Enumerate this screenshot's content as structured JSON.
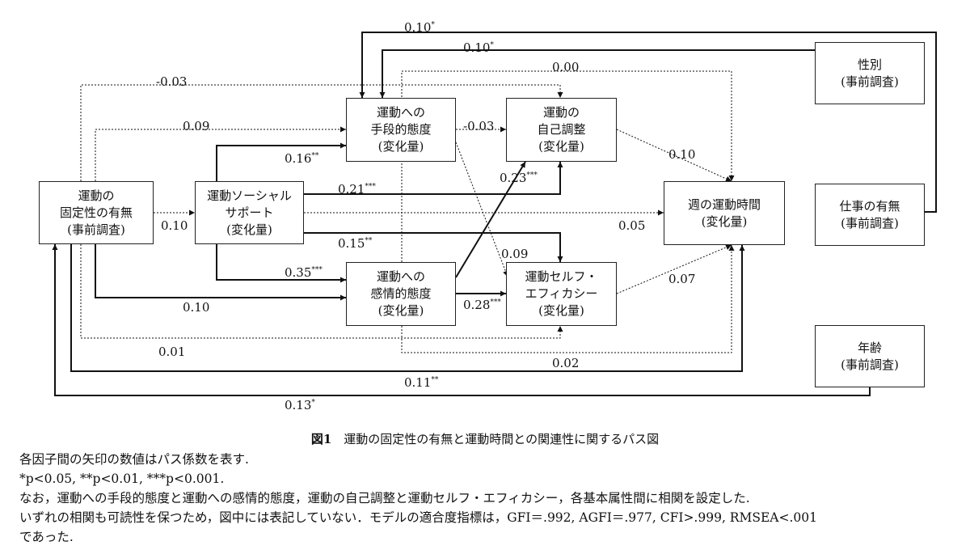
{
  "nodes": {
    "koteisei": [
      "運動の",
      "固定性の有無",
      "(事前調査)"
    ],
    "social": [
      "運動ソーシャル",
      "サポート",
      "(変化量)"
    ],
    "shudan": [
      "運動への",
      "手段的態度",
      "(変化量)"
    ],
    "kanjo": [
      "運動への",
      "感情的態度",
      "(変化量)"
    ],
    "jiko": [
      "運動の",
      "自己調整",
      "(変化量)"
    ],
    "selfefficacy": [
      "運動セルフ・",
      "エフィカシー",
      "(変化量)"
    ],
    "undojikan": [
      "週の運動時間",
      "(変化量)"
    ],
    "seibetsu": [
      "性別",
      "(事前調査)"
    ],
    "shigoto": [
      "仕事の有無",
      "(事前調査)"
    ],
    "nenrei": [
      "年齢",
      "(事前調査)"
    ]
  },
  "edges": [
    {
      "id": "e1",
      "value": "0.10",
      "sig": "*"
    },
    {
      "id": "e2",
      "value": "0.10",
      "sig": "*"
    },
    {
      "id": "e3",
      "value": "0.00",
      "sig": ""
    },
    {
      "id": "e4",
      "value": "-0.03",
      "sig": ""
    },
    {
      "id": "e5",
      "value": "0.09",
      "sig": ""
    },
    {
      "id": "e6",
      "value": "-0.03",
      "sig": ""
    },
    {
      "id": "e7",
      "value": "0.16",
      "sig": "**"
    },
    {
      "id": "e8",
      "value": "0.10",
      "sig": ""
    },
    {
      "id": "e9",
      "value": "0.23",
      "sig": "***"
    },
    {
      "id": "e10",
      "value": "0.21",
      "sig": "***"
    },
    {
      "id": "e11",
      "value": "0.10",
      "sig": ""
    },
    {
      "id": "e12",
      "value": "0.05",
      "sig": ""
    },
    {
      "id": "e13",
      "value": "0.15",
      "sig": "**"
    },
    {
      "id": "e14",
      "value": "0.09",
      "sig": ""
    },
    {
      "id": "e15",
      "value": "0.35",
      "sig": "***"
    },
    {
      "id": "e16",
      "value": "0.07",
      "sig": ""
    },
    {
      "id": "e17",
      "value": "0.10",
      "sig": ""
    },
    {
      "id": "e18",
      "value": "0.28",
      "sig": "***"
    },
    {
      "id": "e19",
      "value": "0.01",
      "sig": ""
    },
    {
      "id": "e20",
      "value": "0.02",
      "sig": ""
    },
    {
      "id": "e21",
      "value": "0.11",
      "sig": "**"
    },
    {
      "id": "e22",
      "value": "0.13",
      "sig": "*"
    }
  ],
  "caption": {
    "label": "図1",
    "text": "運動の固定性の有無と運動時間との関連性に関するパス図"
  },
  "notes": [
    "各因子間の矢印の数値はパス係数を表す.",
    "*p<0.05, **p<0.01, ***p<0.001.",
    "なお，運動への手段的態度と運動への感情的態度，運動の自己調整と運動セルフ・エフィカシー，各基本属性間に相関を設定した.",
    "いずれの相関も可読性を保つため，図中には表記していない．モデルの適合度指標は，GFI＝.992, AGFI＝.977, CFI>.999, RMSEA<.001",
    "であった."
  ]
}
